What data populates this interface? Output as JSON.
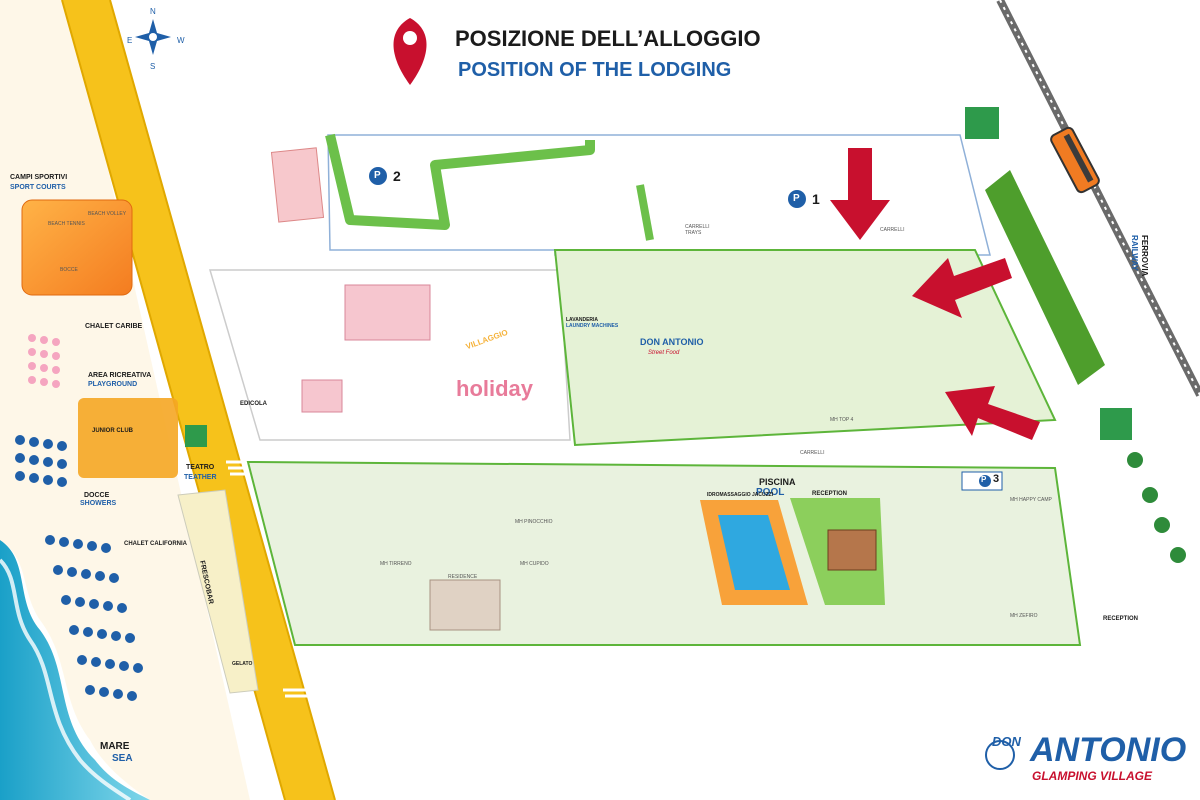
{
  "header": {
    "title_it": "POSIZIONE DELL’ALLOGGIO",
    "title_en": "POSITION OF THE LODGING"
  },
  "compass": {
    "n": "N",
    "s": "S",
    "e": "E",
    "w": "W"
  },
  "parking": {
    "p1": "1",
    "p2": "2",
    "p3": "3",
    "symbol": "P"
  },
  "labels": {
    "campi_sportivi": "CAMPI SPORTIVI",
    "sport_courts": "SPORT COURTS",
    "beach_tennis": "BEACH TENNIS",
    "beach_volley": "BEACH VOLLEY",
    "bocce": "BOCCE",
    "chalet_caribe": "CHALET CARIBE",
    "area_ricreativa": "AREA RICREATIVA",
    "playground": "PLAYGROUND",
    "junior_club": "JUNIOR CLUB",
    "docce": "DOCCE",
    "showers": "SHOWERS",
    "chalet_california": "CHALET CALIFORNIA",
    "teatro": "TEATRO",
    "teather": "TEATHER",
    "frescobar": "FRESCOBAR",
    "gelato": "GELATO",
    "edicola": "EDICOLA",
    "mare": "MARE",
    "sea": "SEA",
    "lavanderia": "LAVANDERIA",
    "laundry_machines": "LAUNDRY MACHINES",
    "piscina": "PISCINA",
    "pool": "POOL",
    "reception": "RECEPTION",
    "reception_2": "RECEPTION",
    "carrelli_1": "CARRELLI",
    "carrelli_2": "CARRELLI",
    "carrelli_3": "CARRELLI",
    "trays": "TRAYS",
    "ferrovia": "FERROVIA",
    "railway": "RAILWAY",
    "villaggio": "VILLAGGIO",
    "holiday": "holiday",
    "idromassaggio": "IDROMASSAGGIO JACUZZI",
    "residence": "RESIDENCE",
    "don_antonio_food": "DON ANTONIO",
    "street_food": "Street Food"
  },
  "zones": {
    "mh_pinocchio": "MH PINOCCHIO",
    "mh_cupido": "MH CUPIDO",
    "mh_tirreno": "MH TIRRENO",
    "mh_zefiro": "MH ZEFIRO",
    "mh_happy_camp": "MH HAPPY CAMP",
    "mh_top": "MH TOP 4"
  },
  "logo": {
    "don": "DON",
    "antonio": "ANTONIO",
    "subtitle": "GLAMPING VILLAGE"
  },
  "colors": {
    "road": "#f6c21b",
    "sand": "#fde7b8",
    "sea": "#3fb7d9",
    "hedge": "#5db53a",
    "arrow": "#c8102e",
    "pin": "#c8102e",
    "brand_blue": "#1f5fa8",
    "grass": "#dbeec4"
  }
}
